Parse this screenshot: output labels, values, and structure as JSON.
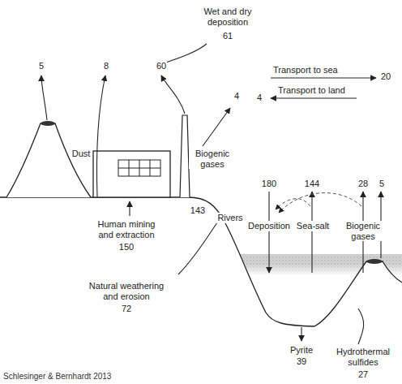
{
  "diagram": {
    "caption": "Schlesinger & Bernhardt 2013",
    "labels": [
      "Wet and dry deposition",
      "61",
      "5",
      "8",
      "60",
      "Dust",
      "Biogenic gases",
      "4",
      "Transport to sea",
      "20",
      "Transport to land",
      "4",
      "143",
      "Rivers",
      "Human mining and extraction",
      "150",
      "Natural weathering and erosion",
      "72",
      "180",
      "144",
      "28",
      "5",
      "Deposition",
      "Sea-salt",
      "Biogenic gases",
      "Pyrite",
      "39",
      "Hydrothermal sulfides",
      "27"
    ]
  }
}
